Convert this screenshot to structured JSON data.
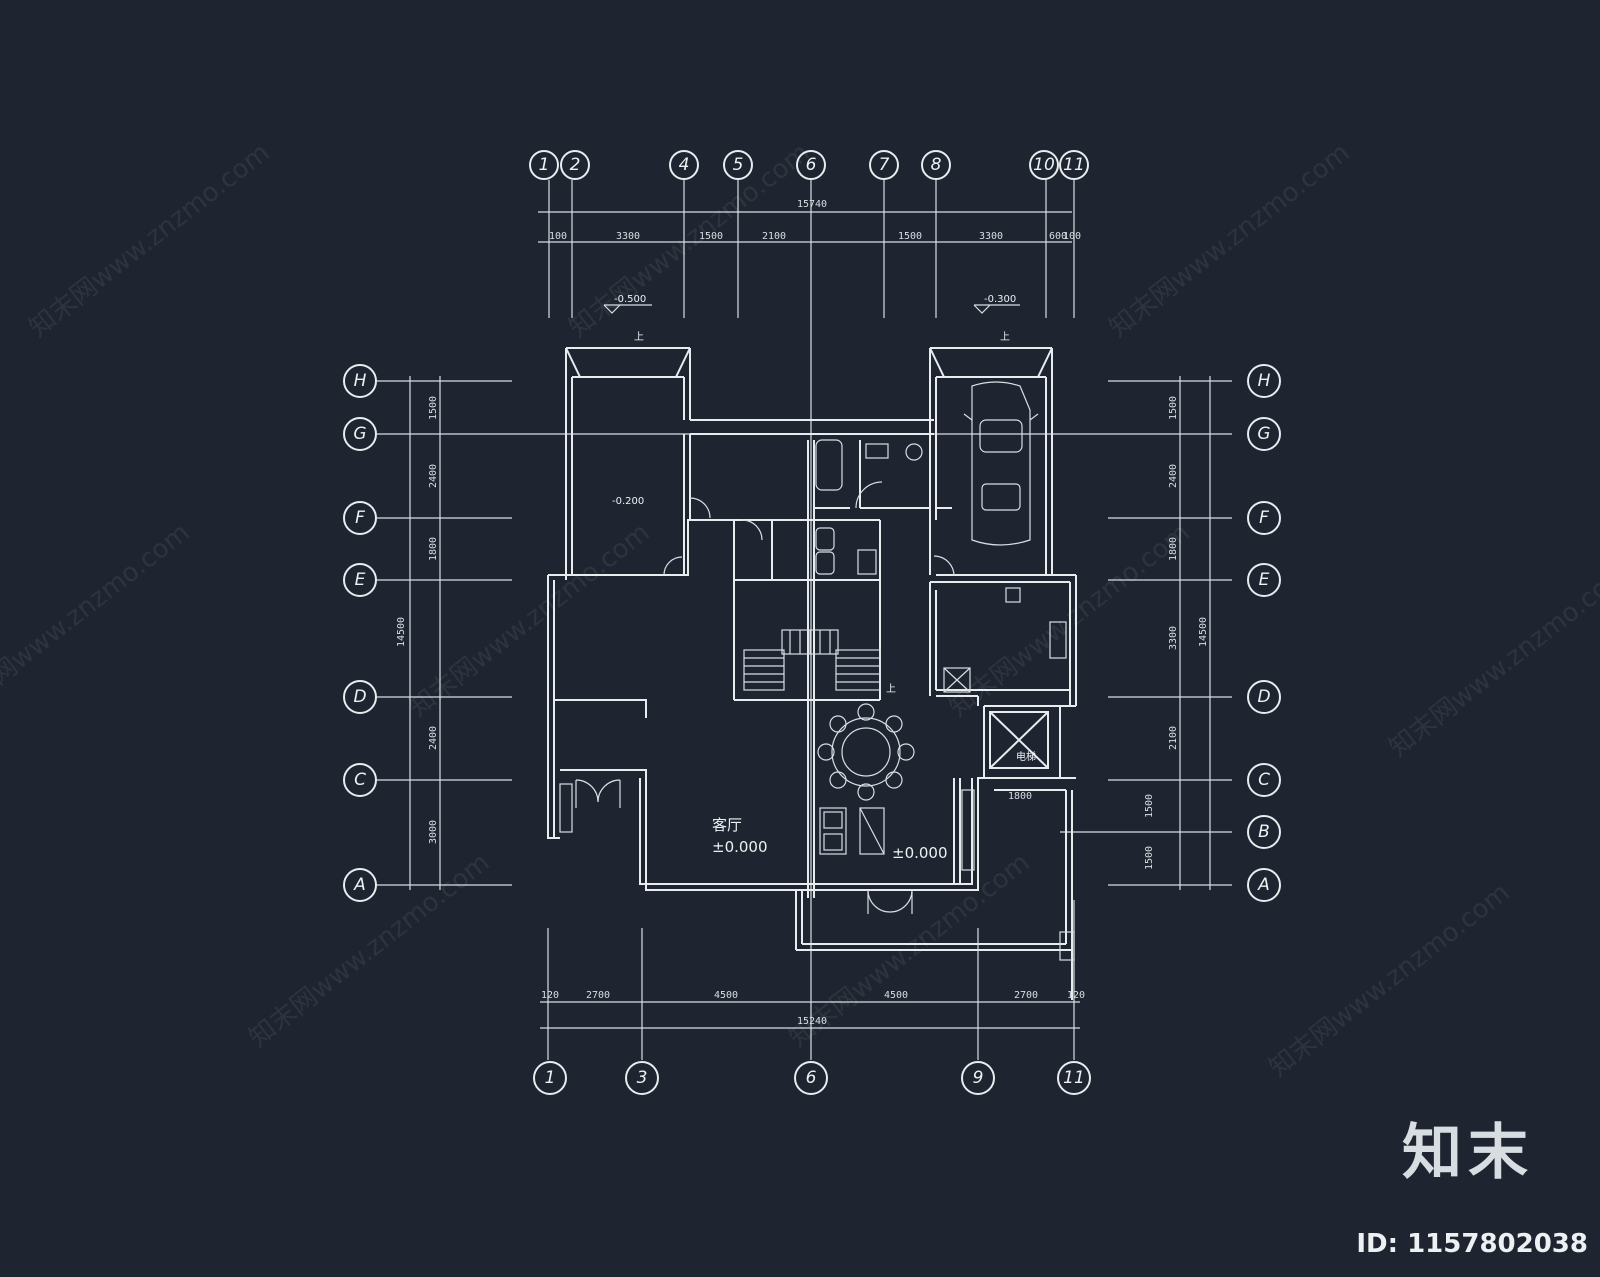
{
  "axes": {
    "top": [
      "1",
      "2",
      "4",
      "5",
      "6",
      "7",
      "8",
      "10",
      "11"
    ],
    "bottom": [
      "1",
      "3",
      "6",
      "9",
      "11"
    ],
    "left": [
      "H",
      "G",
      "F",
      "E",
      "D",
      "C",
      "A"
    ],
    "right": [
      "H",
      "G",
      "F",
      "E",
      "D",
      "C",
      "B",
      "A"
    ]
  },
  "dims": {
    "top_total": "15740",
    "top_segments": [
      "100",
      "3300",
      "1500",
      "2100",
      "1500",
      "3300",
      "600",
      "100"
    ],
    "bottom_total": "15240",
    "bottom_segments": [
      "120",
      "2700",
      "4500",
      "4500",
      "2700",
      "120"
    ],
    "left_total": "14500",
    "left_segments": [
      "1500",
      "2400",
      "1800",
      "2400",
      "3000"
    ],
    "right_total": "14500",
    "right_segments": [
      "1500",
      "2400",
      "1800",
      "3300",
      "2100",
      "1500",
      "1500"
    ],
    "mid_right": "1800"
  },
  "levels": {
    "top_left": "-0.500",
    "top_right": "-0.300",
    "garden_left": "-0.200",
    "living": "±0.000",
    "dining": "±0.000"
  },
  "rooms": {
    "living": "客厅",
    "elevator": "电梯"
  },
  "labels": {
    "up": "上"
  },
  "watermark": "知末网www.znzmo.com",
  "brand": "知末",
  "image_id": "ID: 1157802038",
  "colors": {
    "background": "#1e2530",
    "lines": "#e8ecef"
  }
}
